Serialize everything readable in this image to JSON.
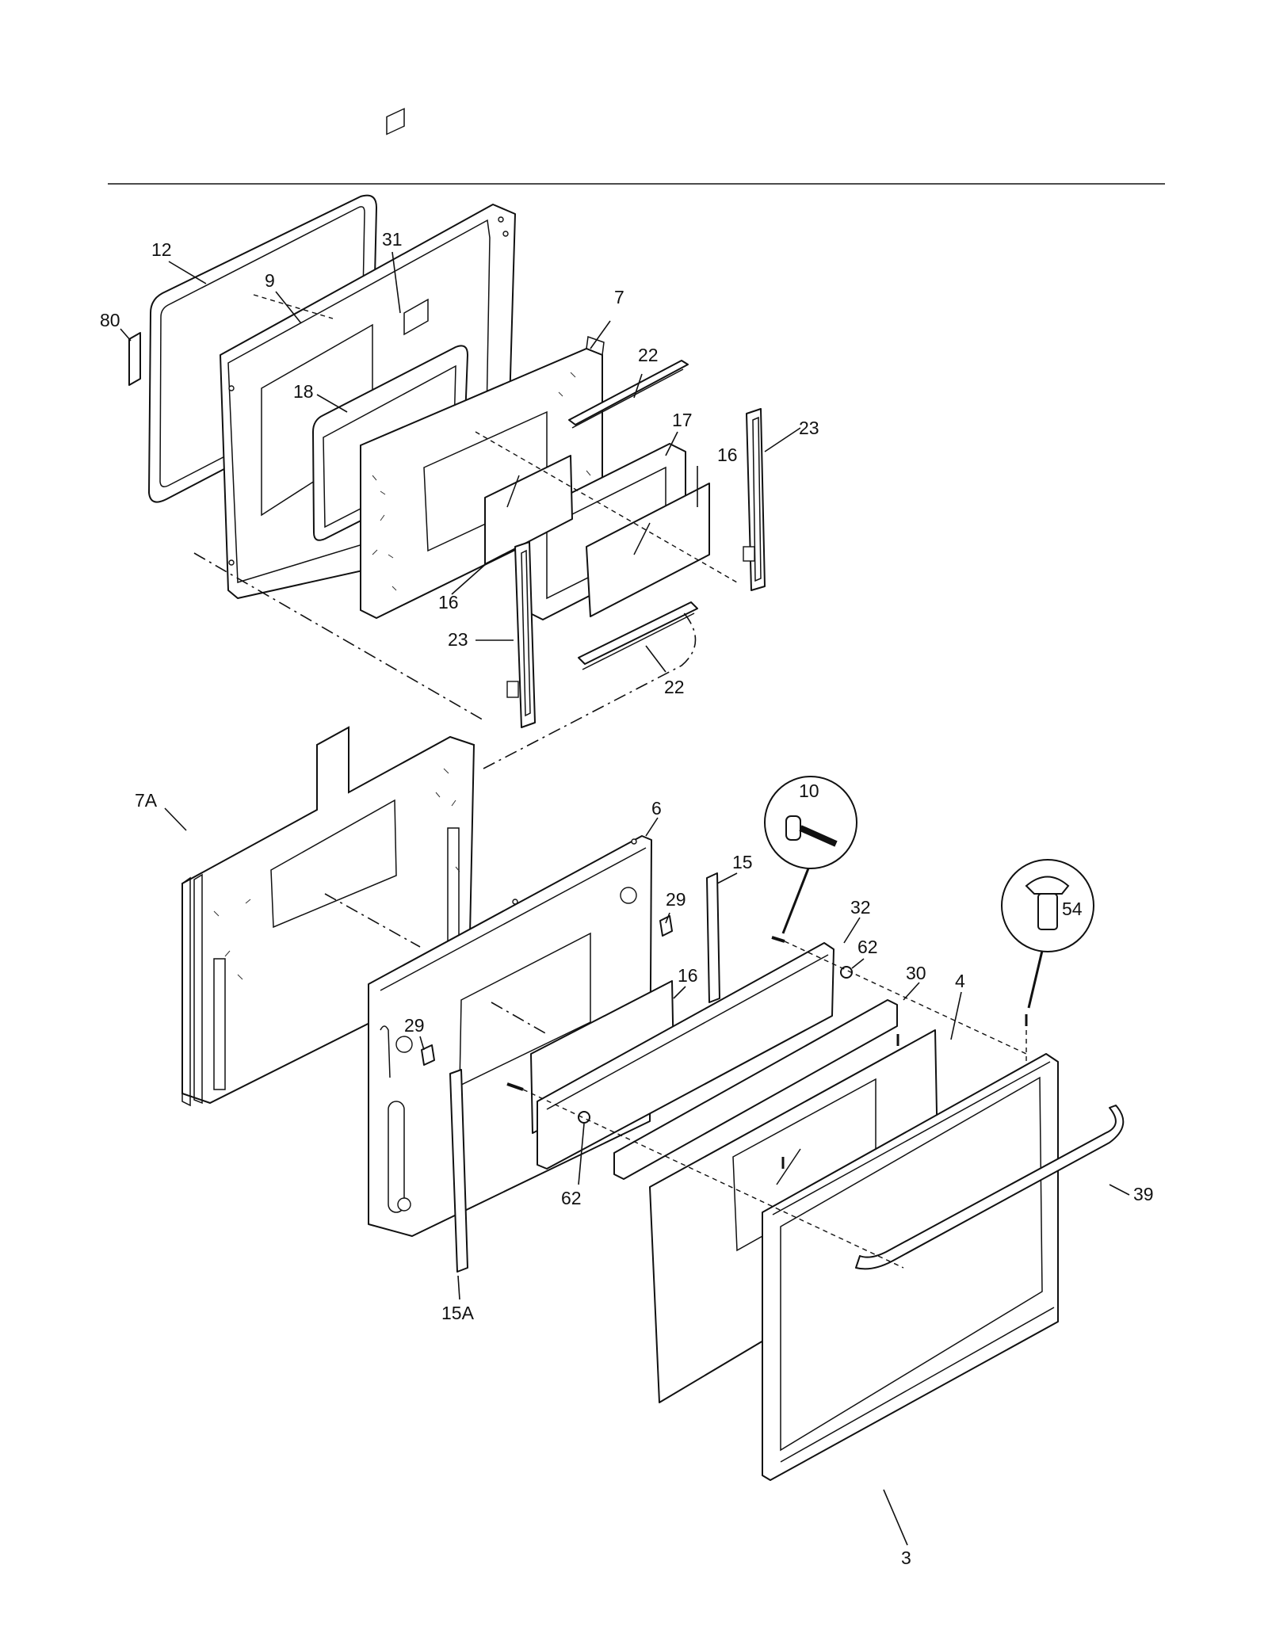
{
  "callouts": {
    "c12": "12",
    "c31": "31",
    "c9": "9",
    "c80": "80",
    "c18": "18",
    "c7": "7",
    "c22a": "22",
    "c17": "17",
    "c23a": "23",
    "c16a": "16",
    "c16b": "16",
    "c23b": "23",
    "c22b": "22",
    "c7A": "7A",
    "c6": "6",
    "c10": "10",
    "c15": "15",
    "c29a": "29",
    "c32": "32",
    "c54": "54",
    "c62a": "62",
    "c30": "30",
    "c4": "4",
    "c16c": "16",
    "c29b": "29",
    "c62b": "62",
    "c39": "39",
    "c15A": "15A",
    "c3": "3"
  }
}
